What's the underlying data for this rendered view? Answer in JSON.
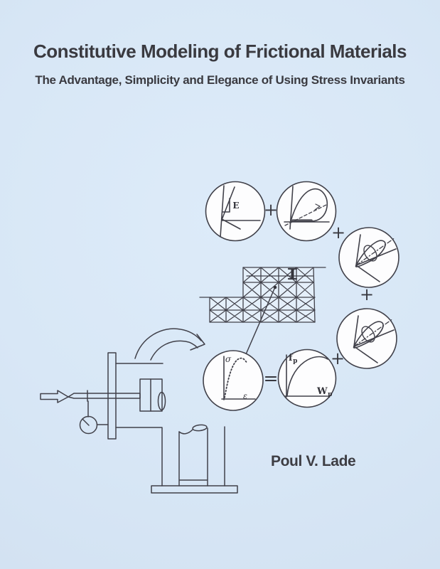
{
  "cover": {
    "title": "Constitutive Modeling of Frictional Materials",
    "subtitle": "The Advantage, Simplicity and Elegance of Using Stress Invariants",
    "author": "Poul V. Lade"
  },
  "illustration": {
    "operators": {
      "plus": "+",
      "equals": "="
    },
    "labels": {
      "elastic_modulus": "E",
      "stress_axis": "σ",
      "strain_axis": "ε",
      "hardening_function": "f",
      "hardening_function_sub": "p",
      "plastic_work": "W",
      "plastic_work_sub": "p"
    },
    "colors": {
      "background": "#d7e6f5",
      "ink": "#41414a",
      "circle_fill": "#fdfdfe",
      "text": "#3a3a40"
    }
  }
}
